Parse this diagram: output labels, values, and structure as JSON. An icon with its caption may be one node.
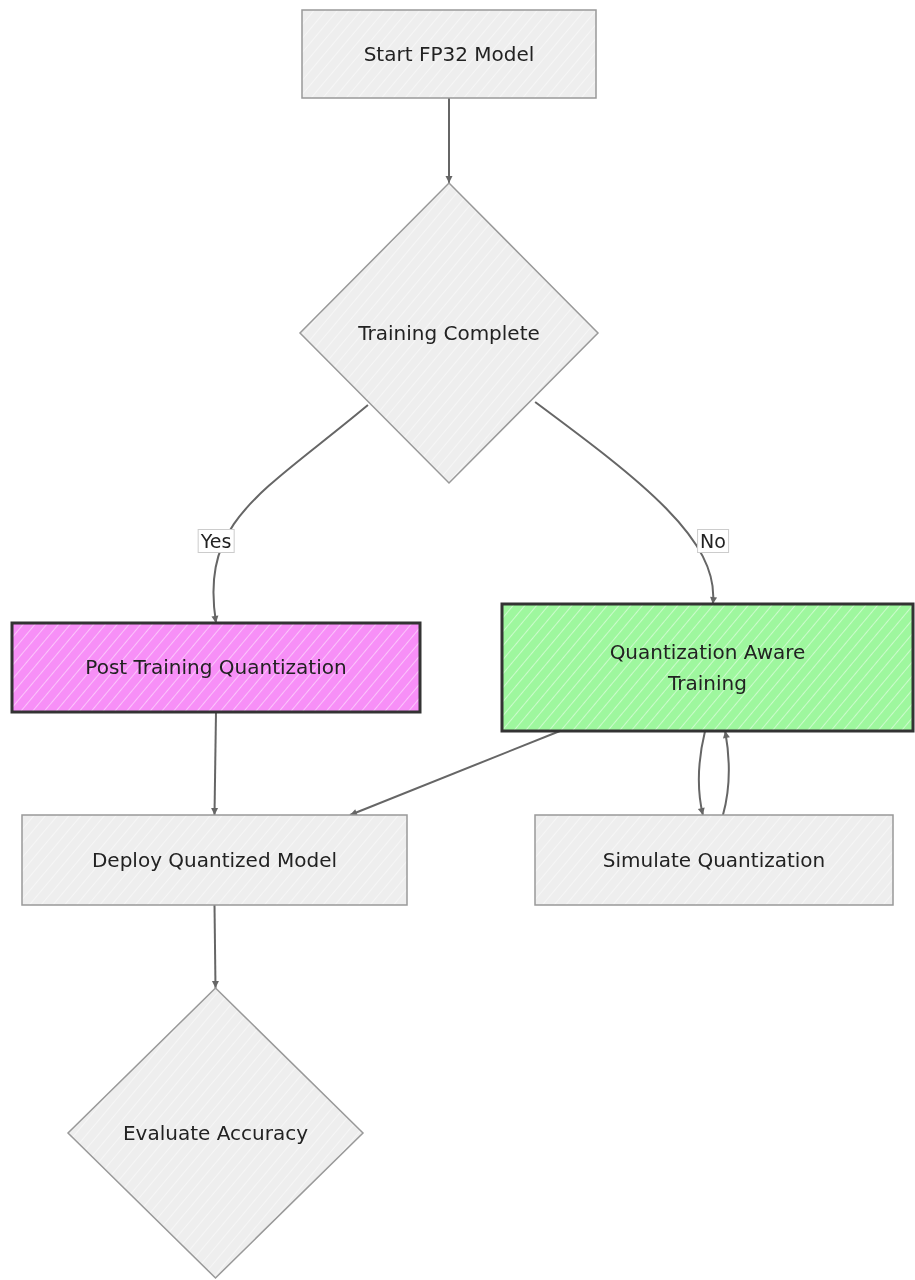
{
  "diagram": {
    "nodes": [
      {
        "text": [
          "Start FP32 Model"
        ]
      },
      {
        "text": [
          "Training Complete"
        ]
      },
      {
        "text": [
          "Post Training Quantization"
        ]
      },
      {
        "text": [
          "Quantization Aware Training"
        ]
      },
      {
        "text": [
          "Deploy Quantized Model"
        ]
      },
      {
        "text": [
          "Simulate Quantization"
        ]
      },
      {
        "text": [
          "Evaluate Accuracy"
        ]
      }
    ],
    "edges": [
      {
        "from": 0,
        "to": 1,
        "arrow": "to"
      },
      {
        "from": 1,
        "to": 2,
        "arrow": "to",
        "label": "Yes"
      },
      {
        "from": 1,
        "to": 3,
        "arrow": "to",
        "label": "No"
      },
      {
        "from": 2,
        "to": 4,
        "arrow": "to"
      },
      {
        "from": 3,
        "to": 4,
        "arrow": "to"
      },
      {
        "from": 3,
        "to": 5,
        "arrow": "to"
      },
      {
        "from": 5,
        "to": 3,
        "arrow": "to"
      },
      {
        "from": 4,
        "to": 6,
        "arrow": "to"
      }
    ]
  }
}
